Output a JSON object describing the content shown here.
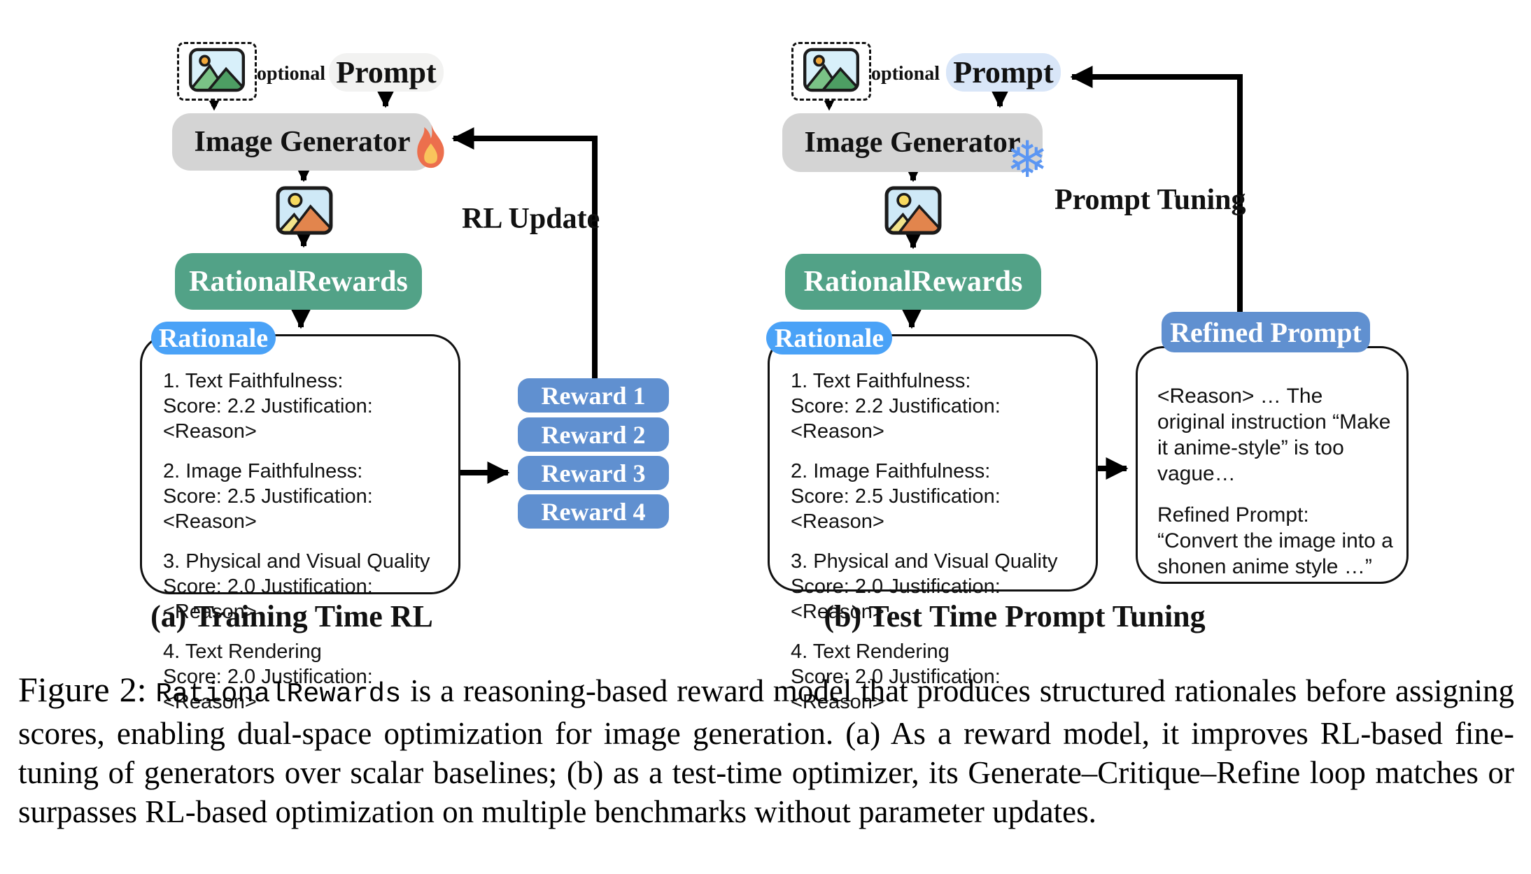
{
  "colors": {
    "generator_gray": "#d4d4d4",
    "reward_model_green": "#52a287",
    "rationale_blue": "#4aa2f7",
    "reward_pill_blue": "#6090d0",
    "prompt_pill_gray": "#f2f2f1",
    "prompt_pill_blue": "#d9e6f8",
    "snowflake_blue": "#5b96f3",
    "flame_orange": "#ec6f4d",
    "flame_yellow": "#f9c45c"
  },
  "icons": {
    "input_image": "landscape-photo-icon",
    "output_image": "landscape-photo-icon",
    "fire": "fire-icon",
    "snowflake": "snowflake-icon",
    "snowflake_glyph": "❄"
  },
  "panel_a": {
    "optional_label": "optional",
    "prompt_label": "Prompt",
    "generator_label": "Image Generator",
    "reward_model_label": "RationalRewards",
    "rationale_label": "Rationale",
    "loop_label": "RL Update",
    "caption": "(a)  Training Time RL",
    "rewards": [
      "Reward 1",
      "Reward 2",
      "Reward 3",
      "Reward 4"
    ],
    "rationale_items": [
      {
        "title": "1. Text Faithfulness:",
        "detail": "Score: 2.2  Justification: <Reason>"
      },
      {
        "title": "2.  Image Faithfulness:",
        "detail": "Score: 2.5 Justification: <Reason>"
      },
      {
        "title": "3. Physical and Visual Quality",
        "detail": "Score: 2.0 Justification: <Reason>"
      },
      {
        "title": "4. Text Rendering",
        "detail": "Score: 2.0 Justification: <Reason>"
      }
    ]
  },
  "panel_b": {
    "optional_label": "optional",
    "prompt_label": "Prompt",
    "generator_label": "Image Generator",
    "reward_model_label": "RationalRewards",
    "rationale_label": "Rationale",
    "loop_label": "Prompt Tuning",
    "caption": "(b) Test Time Prompt Tuning",
    "rationale_items": [
      {
        "title": "1. Text Faithfulness:",
        "detail": "Score: 2.2  Justification: <Reason>"
      },
      {
        "title": "2.  Image Faithfulness:",
        "detail": "Score: 2.5 Justification: <Reason>"
      },
      {
        "title": "3. Physical and Visual Quality",
        "detail": "Score: 2.0 Justification: <Reason>"
      },
      {
        "title": "4. Text Rendering",
        "detail": "Score: 2.0 Justification: <Reason>"
      }
    ],
    "refined_prompt_label": "Refined Prompt",
    "refined_reason": "<Reason> … The original instruction “Make it anime-style” is too vague…",
    "refined_prompt_text": "Refined Prompt: “Convert the image into a shonen anime style …”"
  },
  "figure_caption": {
    "label": "Figure 2:",
    "model_name": "RationalRewards",
    "text": "is a reasoning-based reward model that produces structured rationales before assigning scores, enabling dual-space optimization for image generation. (a) As a reward model, it improves RL-based fine-tuning of generators over scalar baselines; (b) as a test-time optimizer, its Generate–Critique–Refine loop matches or surpasses RL-based optimization on multiple benchmarks without parameter updates."
  }
}
